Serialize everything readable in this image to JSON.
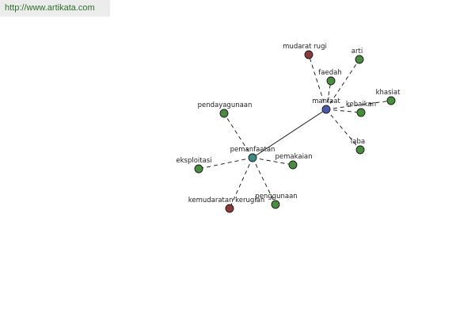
{
  "url": "http://www.artikata.com",
  "colors": {
    "synonym": "#4a8c3f",
    "antonym": "#8b3a3a",
    "center_primary": "#4a5aa8",
    "center_secondary": "#3f8a85",
    "edge": "#111111"
  },
  "nodes": [
    {
      "id": "manfaat",
      "label": "manfaat",
      "role": "center_primary"
    },
    {
      "id": "pemanfaatan",
      "label": "pemanfaatan",
      "role": "center_secondary"
    },
    {
      "id": "mudarat_rugi",
      "label": "mudarat rugi",
      "role": "antonym"
    },
    {
      "id": "arti",
      "label": "arti",
      "role": "synonym"
    },
    {
      "id": "faedah",
      "label": "faedah",
      "role": "synonym"
    },
    {
      "id": "khasiat",
      "label": "khasiat",
      "role": "synonym"
    },
    {
      "id": "kebaikan",
      "label": "kebaikan",
      "role": "synonym"
    },
    {
      "id": "laba",
      "label": "laba",
      "role": "synonym"
    },
    {
      "id": "pendayagunaan",
      "label": "pendayagunaan",
      "role": "synonym"
    },
    {
      "id": "eksploitasi",
      "label": "eksploitasi",
      "role": "synonym"
    },
    {
      "id": "pemakaian",
      "label": "pemakaian",
      "role": "synonym"
    },
    {
      "id": "penggunaan",
      "label": "penggunaan",
      "role": "synonym"
    },
    {
      "id": "kemudaratan_kerugian",
      "label": "kemudaratan kerugian",
      "role": "antonym"
    }
  ],
  "edges": [
    {
      "from": "manfaat",
      "to": "pemanfaatan",
      "style": "solid"
    },
    {
      "from": "manfaat",
      "to": "mudarat_rugi",
      "style": "dashed"
    },
    {
      "from": "manfaat",
      "to": "arti",
      "style": "dashed"
    },
    {
      "from": "manfaat",
      "to": "faedah",
      "style": "dashed"
    },
    {
      "from": "manfaat",
      "to": "khasiat",
      "style": "dashed"
    },
    {
      "from": "manfaat",
      "to": "kebaikan",
      "style": "dashed"
    },
    {
      "from": "manfaat",
      "to": "laba",
      "style": "dashed"
    },
    {
      "from": "pemanfaatan",
      "to": "pendayagunaan",
      "style": "dashed"
    },
    {
      "from": "pemanfaatan",
      "to": "eksploitasi",
      "style": "dashed"
    },
    {
      "from": "pemanfaatan",
      "to": "pemakaian",
      "style": "dashed"
    },
    {
      "from": "pemanfaatan",
      "to": "penggunaan",
      "style": "dashed"
    },
    {
      "from": "pemanfaatan",
      "to": "kemudaratan_kerugian",
      "style": "dashed"
    }
  ]
}
